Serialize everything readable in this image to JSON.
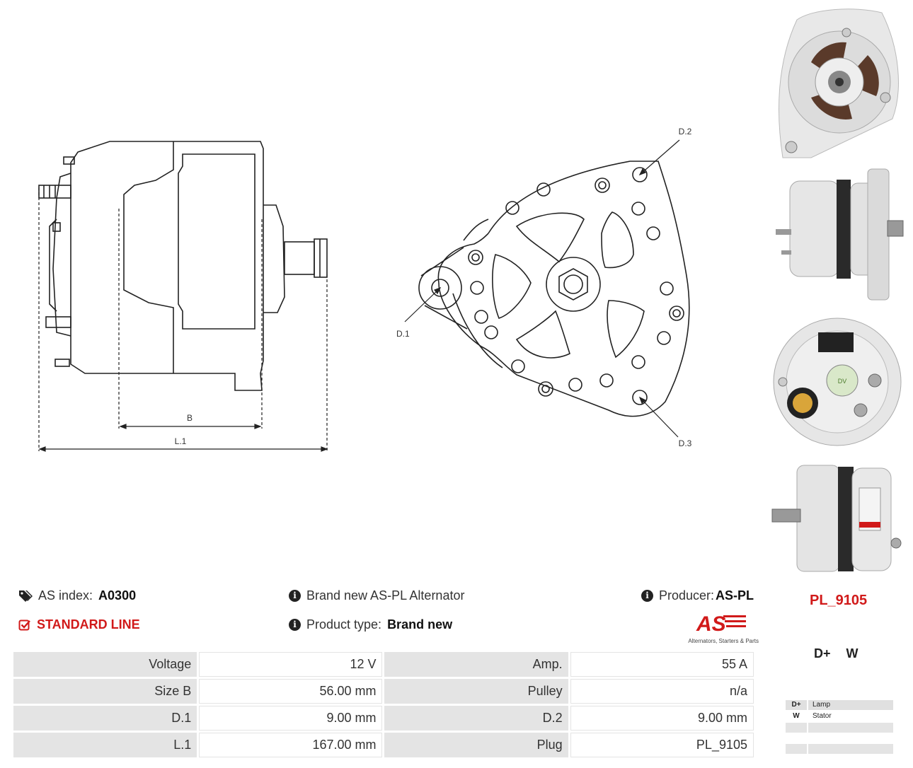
{
  "drawing_labels": {
    "b": "B",
    "l1": "L.1",
    "d1": "D.1",
    "d2": "D.2",
    "d3": "D.3"
  },
  "info": {
    "as_index_label": "AS index:",
    "as_index_value": "A0300",
    "standard_line": "STANDARD LINE",
    "description": "Brand new AS-PL Alternator",
    "product_type_label": "Product type:",
    "product_type_value": "Brand new",
    "producer_label": "Producer:",
    "producer_value": "AS-PL",
    "logo_text": "AS",
    "logo_tagline": "Alternators, Starters & Parts"
  },
  "part_number": "PL_9105",
  "specs": [
    {
      "label": "Voltage",
      "value": "12 V",
      "label2": "Amp.",
      "value2": "55 A"
    },
    {
      "label": "Size B",
      "value": "56.00 mm",
      "label2": "Pulley",
      "value2": "n/a"
    },
    {
      "label": "D.1",
      "value": "9.00 mm",
      "label2": "D.2",
      "value2": "9.00 mm"
    },
    {
      "label": "L.1",
      "value": "167.00 mm",
      "label2": "Plug",
      "value2": "PL_9105"
    }
  ],
  "connectors": {
    "head_1": "D+",
    "head_2": "W",
    "legend": [
      {
        "code": "D+",
        "desc": "Lamp"
      },
      {
        "code": "W",
        "desc": "Stator"
      }
    ]
  },
  "colors": {
    "accent_red": "#d11a1a",
    "table_label_bg": "#e4e4e4"
  }
}
